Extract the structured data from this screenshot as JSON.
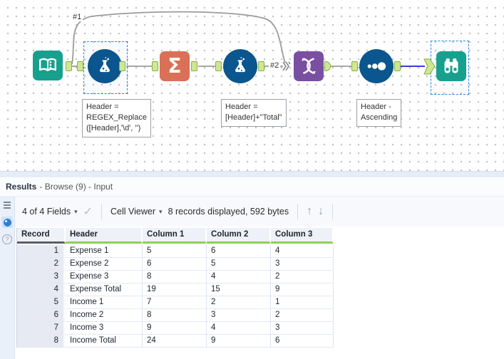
{
  "canvas": {
    "labels": {
      "c1": "#1",
      "c2": "#2"
    },
    "annotations": {
      "formula1": {
        "lines": [
          "Header =",
          "REGEX_Replace",
          "([Header],'\\d', '')"
        ]
      },
      "formula2": {
        "lines": [
          "Header =",
          "[Header]+\"Total\""
        ]
      },
      "sort": {
        "lines": [
          "Header -",
          "Ascending"
        ]
      }
    },
    "tools": {
      "input": "input-data",
      "formula1": "formula",
      "summarize": "summarize",
      "formula2": "formula",
      "union": "union",
      "sort": "sort",
      "browse": "browse"
    },
    "colors": {
      "teal": "#17a08e",
      "blue": "#0b568e",
      "salmon": "#d97057",
      "purple": "#7a4fa2",
      "anchor_green": "#cfe792",
      "wire_gray": "#9b9b9b",
      "wire_selected": "#3b3ed8"
    },
    "glyphs": {
      "sigma": "Σ"
    }
  },
  "results": {
    "title": {
      "main": "Results",
      "suffix": " - Browse (9) - Input"
    },
    "toolbar": {
      "fields": "4 of 4 Fields",
      "cell_viewer": "Cell Viewer",
      "records": "8 records displayed, 592 bytes",
      "caret": "▾",
      "check": "✓",
      "up": "↑",
      "down": "↓"
    },
    "rail": {
      "help": "?"
    },
    "table": {
      "headers": [
        "Record",
        "Header",
        "Column 1",
        "Column 2",
        "Column 3"
      ],
      "rows": [
        {
          "record": "1",
          "header": "Expense 1",
          "c1": "5",
          "c2": "6",
          "c3": "4"
        },
        {
          "record": "2",
          "header": "Expense 2",
          "c1": "6",
          "c2": "5",
          "c3": "3"
        },
        {
          "record": "3",
          "header": "Expense 3",
          "c1": "8",
          "c2": "4",
          "c3": "2"
        },
        {
          "record": "4",
          "header": "Expense Total",
          "c1": "19",
          "c2": "15",
          "c3": "9"
        },
        {
          "record": "5",
          "header": "Income 1",
          "c1": "7",
          "c2": "2",
          "c3": "1"
        },
        {
          "record": "6",
          "header": "Income 2",
          "c1": "8",
          "c2": "3",
          "c3": "2"
        },
        {
          "record": "7",
          "header": "Income 3",
          "c1": "9",
          "c2": "4",
          "c3": "3"
        },
        {
          "record": "8",
          "header": "Income Total",
          "c1": "24",
          "c2": "9",
          "c3": "6"
        }
      ]
    }
  }
}
